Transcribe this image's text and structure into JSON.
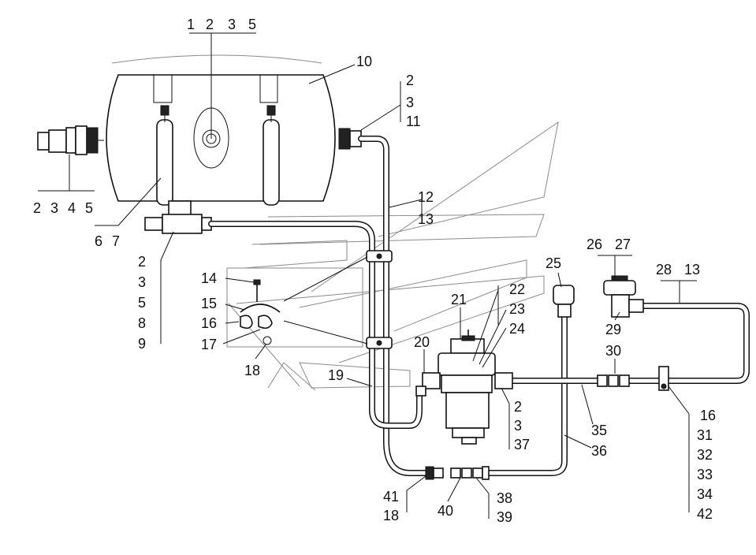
{
  "labels": {
    "l1": "1",
    "l2": "2",
    "l3": "3",
    "l5": "5",
    "l10": "10",
    "r2": "2",
    "r3": "3",
    "r11": "11",
    "ll2": "2",
    "ll3": "3",
    "ll4": "4",
    "ll5": "5",
    "l6": "6",
    "l7": "7",
    "l12": "12",
    "l13": "13",
    "c2": "2",
    "c3": "3",
    "c5": "5",
    "c8": "8",
    "c9": "9",
    "l14": "14",
    "l15": "15",
    "l16": "16",
    "l17": "17",
    "l18": "18",
    "l19": "19",
    "l20": "20",
    "l21": "21",
    "l22": "22",
    "l23": "23",
    "l24": "24",
    "l25": "25",
    "l26": "26",
    "l27": "27",
    "l28": "28",
    "l13b": "13",
    "l29": "29",
    "l30": "30",
    "f2": "2",
    "f3": "3",
    "l37": "37",
    "l35": "35",
    "l36": "36",
    "r16": "16",
    "l31": "31",
    "l32": "32",
    "l33": "33",
    "l34": "34",
    "l42": "42",
    "l41": "41",
    "l18b": "18",
    "l40": "40",
    "l38": "38",
    "l39": "39"
  }
}
